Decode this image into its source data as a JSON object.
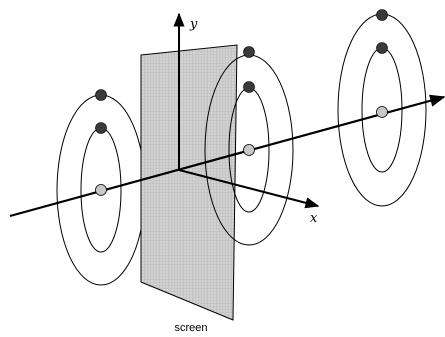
{
  "axes": {
    "y_label": "y",
    "x_label": "x"
  },
  "screen": {
    "caption": "screen"
  },
  "atoms": [
    {
      "name": "left",
      "rings": 2,
      "electrons": 2
    },
    {
      "name": "middle",
      "rings": 2,
      "electrons": 2
    },
    {
      "name": "right",
      "rings": 2,
      "electrons": 2
    }
  ],
  "colors": {
    "screen_fill": "#d2d2d2",
    "screen_grid": "#aaaaaa",
    "electron": "#3a3a3a",
    "nucleus": "#c8c8c8",
    "line": "#000000"
  }
}
